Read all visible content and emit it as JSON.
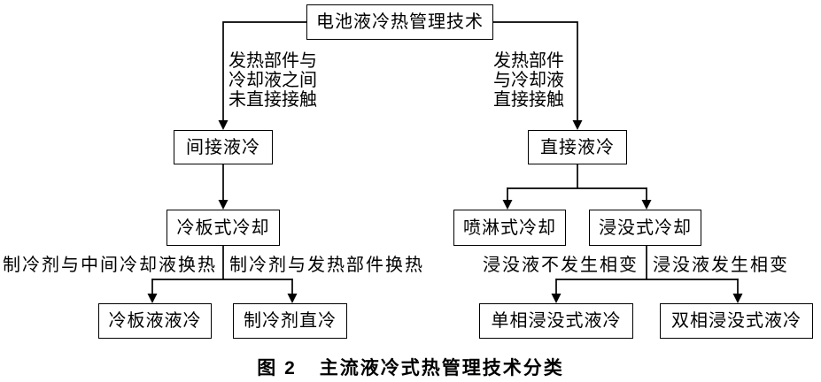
{
  "figure": {
    "nodes": {
      "root": "电池液冷热管理技术",
      "indirect": "间接液冷",
      "direct": "直接液冷",
      "cold_plate": "冷板式冷却",
      "spray": "喷淋式冷却",
      "immersion": "浸没式冷却",
      "cold_plate_liquid": "冷板液液冷",
      "refrigerant_direct": "制冷剂直冷",
      "single_phase": "单相浸没式液冷",
      "dual_phase": "双相浸没式液冷"
    },
    "edge_labels": {
      "left_condition": [
        "发热部件与",
        "冷却液之间",
        "未直接接触"
      ],
      "right_condition": [
        "发热部件",
        "与冷却液",
        "直接接触"
      ],
      "cold_plate_left": "制冷剂与中间冷却液换热",
      "cold_plate_right": "制冷剂与发热部件换热",
      "immersion_left": "浸没液不发生相变",
      "immersion_right": "浸没液发生相变"
    },
    "caption": {
      "prefix": "图 2",
      "title": "主流液冷式热管理技术分类"
    },
    "colors": {
      "line": "#000000",
      "background": "#ffffff",
      "text": "#000000"
    }
  }
}
